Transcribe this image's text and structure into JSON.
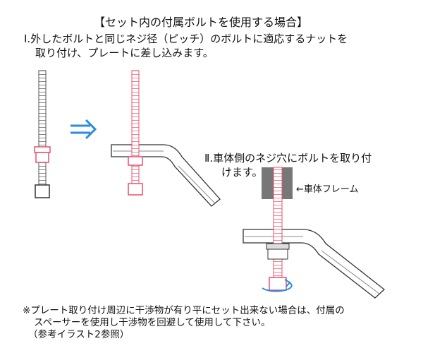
{
  "title": "【セット内の付属ボルトを使用する場合】",
  "step1": {
    "line1": "Ⅰ.外したボルトと同じネジ径（ピッチ）のボルトに適応するナットを",
    "line2": "取り付け、プレートに差し込みます。"
  },
  "step2": {
    "line1": "Ⅱ.車体側のネジ穴にボルトを取り付",
    "line2": "けます。"
  },
  "frame_label": "←車体フレーム",
  "note": {
    "line1": "※プレート取り付け周辺に干渉物が有り平にセット出来ない場合は、付属の",
    "line2": "スペーサーを使用し干渉物を回避して使用して下さい。",
    "line3": "（参考イラスト2参照）"
  },
  "colors": {
    "bolt_red": "#e8506a",
    "bolt_gray": "#555555",
    "arrow_blue": "#2a8be0",
    "frame_gray": "#777777"
  }
}
